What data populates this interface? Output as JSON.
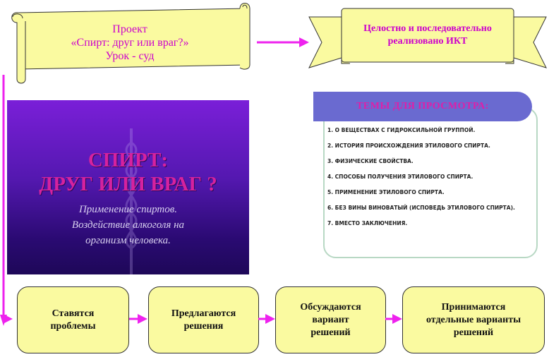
{
  "project_scroll": {
    "lines": [
      "Проект",
      "«Спирт: друг или враг?»",
      "Урок - суд"
    ]
  },
  "ict_banner": {
    "lines": [
      "Целостно и последовательно",
      "реализовано ИКТ"
    ]
  },
  "slide": {
    "title_lines": [
      "СПИРТ:",
      "ДРУГ ИЛИ ВРАГ ?"
    ],
    "subtitle_lines": [
      "Применение спиртов.",
      "Воздействие алкоголя на",
      "организм человека."
    ]
  },
  "topics": {
    "header": "ТЕМЫ ДЛЯ ПРОСМОТРА:",
    "items": [
      "1. О ВЕЩЕСТВАХ С ГИДРОКСИЛЬНОЙ ГРУППОЙ.",
      "2. ИСТОРИЯ ПРОИСХОЖДЕНИЯ ЭТИЛОВОГО СПИРТА.",
      "3. ФИЗИЧЕСКИЕ СВОЙСТВА.",
      "4. СПОСОБЫ ПОЛУЧЕНИЯ ЭТИЛОВОГО СПИРТА.",
      "5. ПРИМЕНЕНИЕ ЭТИЛОВОГО СПИРТА.",
      "6. БЕЗ ВИНЫ ВИНОВАТЫЙ (ИСПОВЕДЬ ЭТИЛОВОГО СПИРТА).",
      "7. ВМЕСТО ЗАКЛЮЧЕНИЯ."
    ]
  },
  "steps": [
    {
      "lines": [
        "Ставятся",
        "проблемы"
      ]
    },
    {
      "lines": [
        "Предлагаются",
        "решения"
      ]
    },
    {
      "lines": [
        "Обсуждаются",
        "вариант",
        "решений"
      ]
    },
    {
      "lines": [
        "Принимаются",
        "отдельные варианты",
        "решений"
      ]
    }
  ],
  "colors": {
    "accent": "#cc00cc",
    "arrow": "#ee22ee",
    "box_fill": "#fafaa0"
  }
}
